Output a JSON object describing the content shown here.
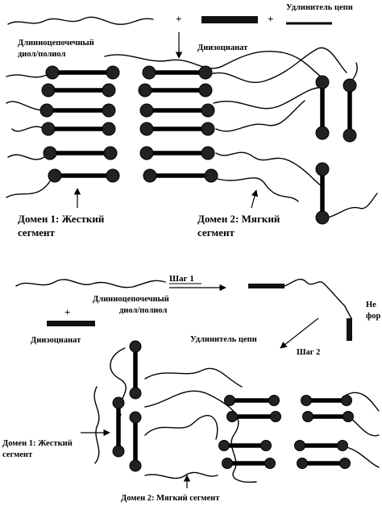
{
  "top": {
    "plus_1": "+",
    "plus_2": "+",
    "diol_label_line1": "Длинноцепочечный",
    "diol_label_line2": "диол/полиол",
    "diisocyanate_label": "Диизоцианат",
    "chain_extender_label": "Удлинитель цепи",
    "domain1_line1": "Домен 1: Жесткий",
    "domain1_line2": "сегмент",
    "domain2_line1": "Домен 2: Мягкий",
    "domain2_line2": "сегмент"
  },
  "bottom": {
    "step1_label": "Шаг 1",
    "diol_label_line1": "Длинноцепочечный",
    "diol_label_line2": "диол/полиол",
    "plus": "+",
    "diisocyanate_label": "Диизоцианат",
    "chain_extender_label": "Удлинитель цепи",
    "step2_label": "Шаг 2",
    "cut_label_line1": "Не",
    "cut_label_line2": "фор",
    "domain1_line1": "Домен 1: Жесткий",
    "domain1_line2": "сегмент",
    "domain2_label": "Домен 2: Мягкий сегмент"
  },
  "colors": {
    "ink": "#000000",
    "background": "#ffffff"
  }
}
